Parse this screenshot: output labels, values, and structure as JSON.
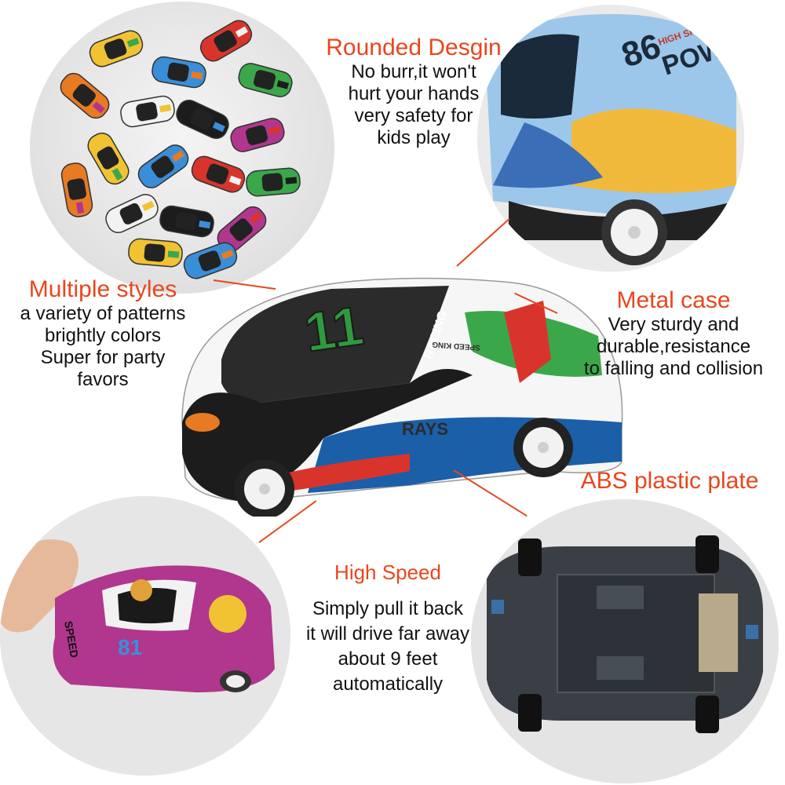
{
  "features": {
    "rounded": {
      "title": "Rounded Desgin",
      "lines": [
        "No burr,it won't",
        "hurt your hands",
        "very safety for",
        "kids play"
      ]
    },
    "multiple": {
      "title": "Multiple styles",
      "lines": [
        "a variety of patterns",
        "brightly colors",
        "Super for party",
        "favors"
      ]
    },
    "metal": {
      "title": "Metal case",
      "lines": [
        "Very sturdy and",
        "durable,resistance",
        "to falling and collision"
      ]
    },
    "abs": {
      "title": "ABS plastic plate"
    },
    "speed": {
      "title": "High Speed",
      "lines": [
        "Simply pull it back",
        "it will drive far away",
        "about 9 feet",
        "automatically"
      ]
    }
  },
  "car_prints": {
    "number": "11",
    "racing": "RACING",
    "sponsor": "SPEED KING",
    "brand": "RAYS",
    "power_number": "86",
    "power_word": "POWER",
    "power_sub": "HIGH SPEED",
    "purple_number": "81",
    "purple_speed": "SPEED"
  },
  "colors": {
    "accent": "#e8461f",
    "text": "#111111"
  }
}
